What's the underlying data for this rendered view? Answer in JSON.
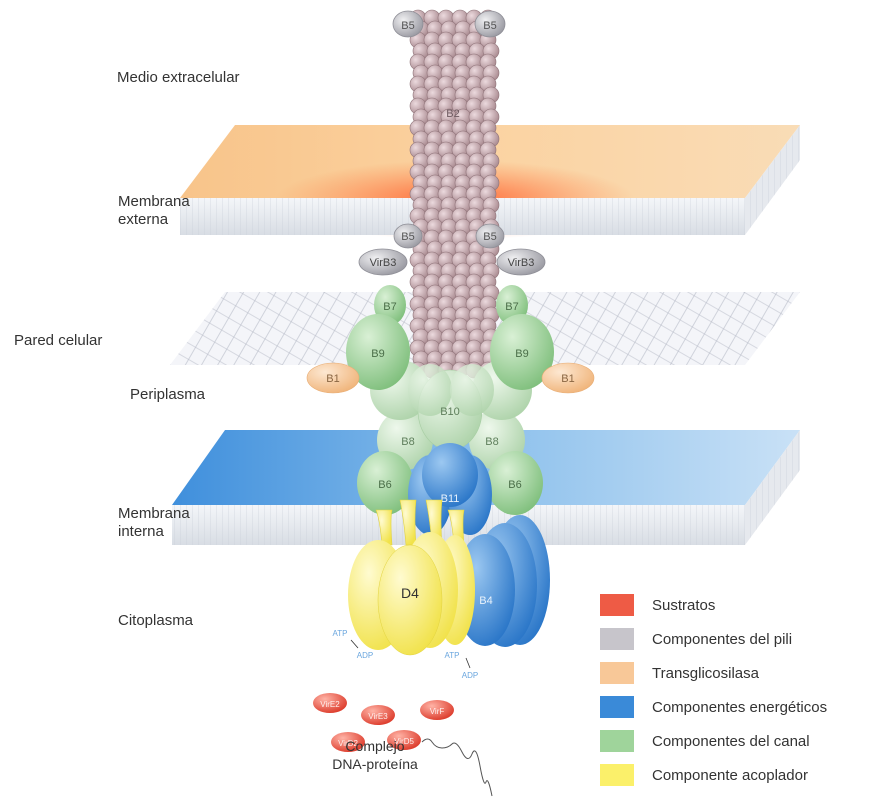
{
  "regions": {
    "extracellular": "Medio extracelular",
    "outer_membrane": "Membrana\nexterna",
    "cell_wall": "Pared celular",
    "periplasm": "Periplasma",
    "inner_membrane": "Membrana\ninterna",
    "cytoplasm": "Citoplasma"
  },
  "proteins": {
    "pilus": "B2",
    "pilus_tip": "B5",
    "virb3": "VirB3",
    "b7": "B7",
    "b9": "B9",
    "b1": "B1",
    "b10": "B10",
    "b8": "B8",
    "b6": "B6",
    "b11": "B11",
    "d4": "D4",
    "b4": "B4",
    "atp": "ATP",
    "adp": "ADP"
  },
  "substrates": [
    "VirE2",
    "VirE3",
    "VirF",
    "VirD2",
    "VirD5"
  ],
  "complex_label": "Complejo\nDNA-proteína",
  "legend": [
    {
      "label": "Sustratos",
      "color": "#ee5b45"
    },
    {
      "label": "Componentes del pili",
      "color": "#c7c5cb"
    },
    {
      "label": "Transglicosilasa",
      "color": "#f8c898"
    },
    {
      "label": "Componentes energéticos",
      "color": "#3a8ad8"
    },
    {
      "label": "Componentes del canal",
      "color": "#9fd49b"
    },
    {
      "label": "Componente acoplador",
      "color": "#fbf06a"
    }
  ]
}
